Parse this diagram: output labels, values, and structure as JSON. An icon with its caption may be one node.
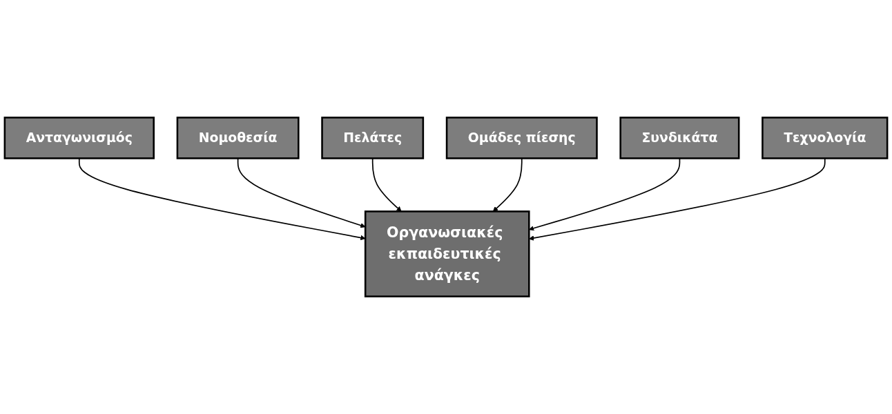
{
  "diagram": {
    "nodes": [
      {
        "text": [
          "Νομοθεσία"
        ]
      },
      {
        "text": [
          "Ανταγωνισμός"
        ]
      },
      {
        "text": [
          "Πελάτες"
        ]
      },
      {
        "text": [
          "Οργανωσιακές εκπαιδευτικές ανάγκες"
        ]
      },
      {
        "text": [
          "Ομάδες πίεσης"
        ]
      },
      {
        "text": [
          "Συνδικάτα"
        ]
      },
      {
        "text": [
          "Τεχνολογία"
        ]
      }
    ],
    "edges": [
      {
        "from": 1,
        "to": 3,
        "arrow": "to"
      },
      {
        "from": 0,
        "to": 3,
        "arrow": "to"
      },
      {
        "from": 2,
        "to": 3,
        "arrow": "to"
      },
      {
        "from": 4,
        "to": 3,
        "arrow": "to"
      },
      {
        "from": 5,
        "to": 3,
        "arrow": "to"
      },
      {
        "from": 6,
        "to": 3,
        "arrow": "to"
      }
    ]
  }
}
